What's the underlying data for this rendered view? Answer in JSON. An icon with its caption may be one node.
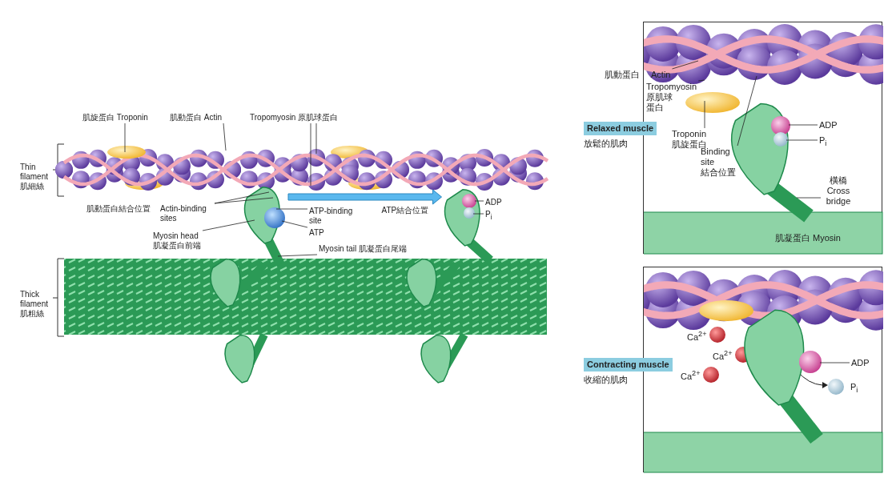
{
  "diagram": {
    "nodes": [
      {
        "text": [
          "肌旋蛋白 Troponin"
        ]
      },
      {
        "text": [
          "肌動蛋白 Actin"
        ]
      },
      {
        "text": [
          "Tropomyosin 原肌球蛋白"
        ]
      },
      {
        "text": [
          "肌動蛋白結合位置",
          "Actin-binding sites"
        ]
      },
      {
        "text": [
          "ATP-binding site"
        ]
      },
      {
        "text": [
          "ATP"
        ]
      },
      {
        "text": [
          "Myosin head",
          "肌凝蛋白前端"
        ]
      },
      {
        "text": [
          "Myosin tail 肌凝蛋白尾端"
        ]
      },
      {
        "text": [
          "ADP"
        ]
      },
      {
        "text": [
          "P$_{i}$"
        ]
      },
      {
        "text": [],
        "shape": "box"
      },
      {
        "text": [
          "肌動蛋白",
          "Actin"
        ]
      },
      {
        "text": [
          "Tropomyosin",
          "原肌球蛋白"
        ],
        "in": 10
      },
      {
        "text": [
          "Troponin",
          "肌旋蛋白"
        ],
        "in": 10
      },
      {
        "text": [
          "Binding site",
          "結合位置"
        ],
        "in": 10
      },
      {
        "text": [
          "ADP"
        ],
        "in": 10
      },
      {
        "text": [
          "P$_{i}$"
        ],
        "in": 10
      },
      {
        "text": [
          "橫橋",
          "Cross bridge"
        ],
        "in": 10
      },
      {
        "text": [
          "Relaxed muscle"
        ],
        "beside": [
          "放鬆的肌肉"
        ]
      },
      {
        "text": [],
        "shape": "box"
      },
      {
        "text": [
          "ADP"
        ],
        "in": 19
      },
      {
        "text": [
          "Contracting muscle"
        ],
        "beside": [
          "收縮的肌肉"
        ]
      },
      {
        "text": [],
        "shape": "picture",
        "beside": [
          "Thin filament 肌細絲"
        ]
      },
      {
        "text": [],
        "shape": "ellipse"
      },
      {
        "text": [],
        "shape": "picture"
      },
      {
        "text": [],
        "shape": "circle",
        "in": 24
      },
      {
        "text": [],
        "shape": "picture"
      },
      {
        "text": [],
        "shape": "circle",
        "in": 26
      },
      {
        "text": [],
        "shape": "circle",
        "in": 26
      },
      {
        "text": [],
        "shape": "picture",
        "in": 10
      },
      {
        "text": [],
        "shape": "ellipse",
        "in": 10
      },
      {
        "text": [],
        "shape": "picture",
        "in": 10
      },
      {
        "text": [],
        "shape": "circle",
        "in": 31
      },
      {
        "text": [],
        "shape": "circle",
        "in": 31
      },
      {
        "text": [],
        "shape": "picture",
        "in": 19
      },
      {
        "text": [],
        "shape": "circle",
        "in": 19
      }
    ],
    "edges": [
      {
        "from": 0,
        "to": 23,
        "arrow": "none"
      },
      {
        "from": 1,
        "to": 22,
        "arrow": "none"
      },
      {
        "from": 2,
        "to": 22,
        "arrow": "none"
      },
      {
        "from": 2,
        "to": 22,
        "arrow": "none"
      },
      {
        "from": 3,
        "to": 24,
        "arrow": "none"
      },
      {
        "from": 3,
        "to": 24,
        "arrow": "none"
      },
      {
        "from": 4,
        "to": 24,
        "arrow": "none"
      },
      {
        "from": 5,
        "to": 25,
        "arrow": "none"
      },
      {
        "from": 6,
        "to": 24,
        "arrow": "none"
      },
      {
        "from": 7,
        "to": 24,
        "arrow": "none"
      },
      {
        "from": 8,
        "to": 27,
        "arrow": "none"
      },
      {
        "from": 9,
        "to": 28,
        "arrow": "none"
      },
      {
        "from": 11,
        "to": 29,
        "arrow": "none"
      },
      {
        "from": 12,
        "to": 29,
        "arrow": "none"
      },
      {
        "from": 13,
        "to": 30,
        "arrow": "none"
      },
      {
        "from": 14,
        "to": 29,
        "arrow": "none"
      },
      {
        "from": 15,
        "to": 32,
        "arrow": "none"
      },
      {
        "from": 16,
        "to": 33,
        "arrow": "none"
      },
      {
        "from": 17,
        "to": 31,
        "arrow": "none"
      },
      {
        "from": 20,
        "to": 35,
        "arrow": "none"
      },
      {
        "from": 24,
        "to": 26,
        "arrow": "to",
        "style": "thick",
        "color": "#5ab8ee",
        "label": "ATP結合位置"
      }
    ],
    "labels": [
      "Thick filament 肌粗絲",
      "肌凝蛋白 Myosin",
      "Ca$^{2+}$",
      "Ca$^{2+}$",
      "Ca$^{2+}$",
      "P$_{i}$"
    ]
  }
}
